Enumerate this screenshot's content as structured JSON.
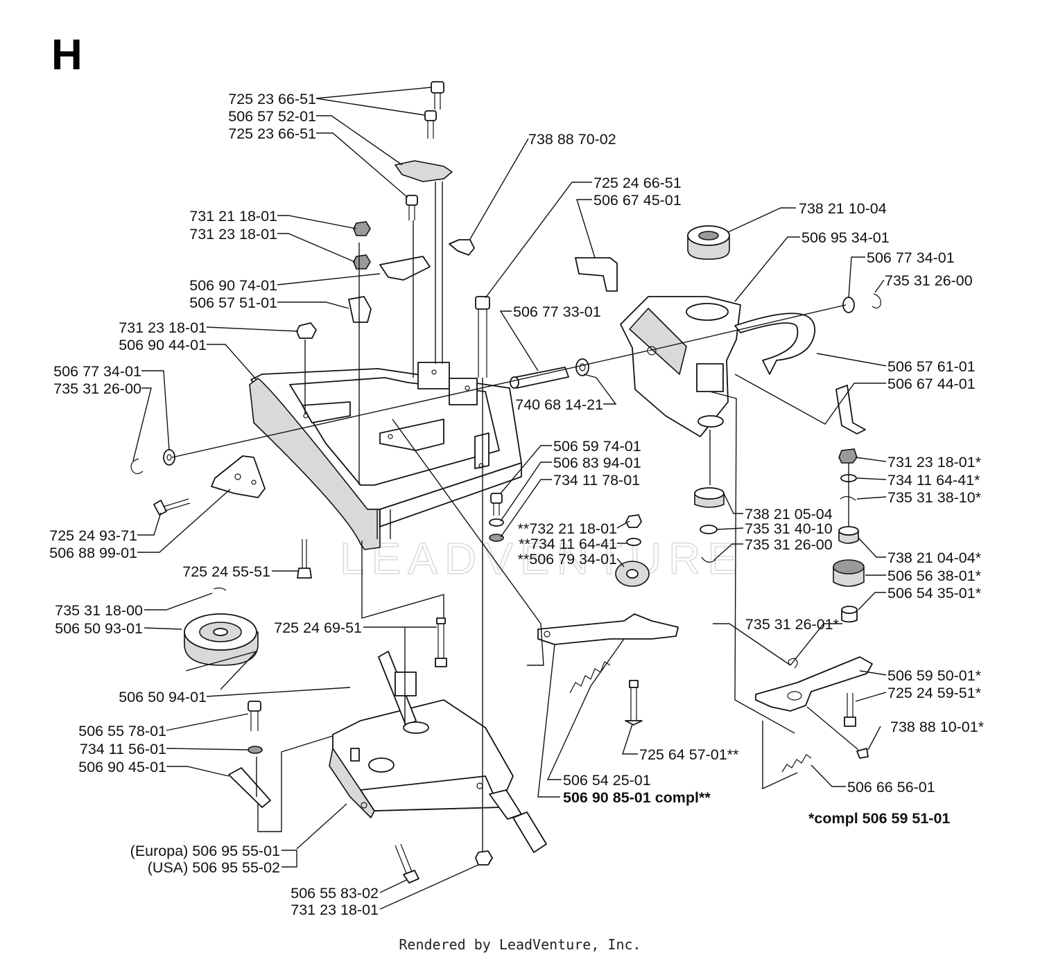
{
  "section_letter": "H",
  "footer": "Rendered by LeadVenture, Inc.",
  "watermark": "LEADVENTURE",
  "labels": [
    {
      "id": "l01",
      "text": "725 23 66-51"
    },
    {
      "id": "l02",
      "text": "506 57 52-01"
    },
    {
      "id": "l03",
      "text": "725 23 66-51"
    },
    {
      "id": "l04",
      "text": "738 88 70-02"
    },
    {
      "id": "l05",
      "text": "725 24 66-51"
    },
    {
      "id": "l06",
      "text": "506 67 45-01"
    },
    {
      "id": "l07",
      "text": "738 21 10-04"
    },
    {
      "id": "l08",
      "text": "731 21 18-01"
    },
    {
      "id": "l09",
      "text": "731 23 18-01"
    },
    {
      "id": "l10",
      "text": "506 95 34-01"
    },
    {
      "id": "l11",
      "text": "506 77 34-01"
    },
    {
      "id": "l12",
      "text": "735 31 26-00"
    },
    {
      "id": "l13",
      "text": "506 90 74-01"
    },
    {
      "id": "l14",
      "text": "506 57 51-01"
    },
    {
      "id": "l15",
      "text": "506 77 33-01"
    },
    {
      "id": "l16",
      "text": "731 23 18-01"
    },
    {
      "id": "l17",
      "text": "506 90 44-01"
    },
    {
      "id": "l18",
      "text": "506 57 61-01"
    },
    {
      "id": "l19",
      "text": "506 77 34-01"
    },
    {
      "id": "l20",
      "text": "735 31 26-00"
    },
    {
      "id": "l21",
      "text": "506 67 44-01"
    },
    {
      "id": "l22",
      "text": "740 68 14-21"
    },
    {
      "id": "l23",
      "text": "506 59 74-01"
    },
    {
      "id": "l24",
      "text": "731 23 18-01*"
    },
    {
      "id": "l25",
      "text": "506 83 94-01"
    },
    {
      "id": "l26",
      "text": "734 11 64-41*"
    },
    {
      "id": "l27",
      "text": "734 11 78-01"
    },
    {
      "id": "l28",
      "text": "735 31 38-10*"
    },
    {
      "id": "l29",
      "text": "738 21 05-04"
    },
    {
      "id": "l30",
      "text": "725 24 93-71"
    },
    {
      "id": "l31",
      "text": "**732 21 18-01"
    },
    {
      "id": "l32",
      "text": "735 31 40-10"
    },
    {
      "id": "l33",
      "text": "506 88 99-01"
    },
    {
      "id": "l34",
      "text": "**734 11 64-41"
    },
    {
      "id": "l35",
      "text": "735 31 26-00"
    },
    {
      "id": "l36",
      "text": "738 21 04-04*"
    },
    {
      "id": "l37",
      "text": "**506 79 34-01"
    },
    {
      "id": "l38",
      "text": "725 24 55-51"
    },
    {
      "id": "l39",
      "text": "506 56 38-01*"
    },
    {
      "id": "l40",
      "text": "506 54 35-01*"
    },
    {
      "id": "l41",
      "text": "735 31 18-00"
    },
    {
      "id": "l42",
      "text": "506 50 93-01"
    },
    {
      "id": "l43",
      "text": "725 24 69-51"
    },
    {
      "id": "l44",
      "text": "735 31 26-01*"
    },
    {
      "id": "l45",
      "text": "506 59 50-01*"
    },
    {
      "id": "l46",
      "text": "506 50 94-01"
    },
    {
      "id": "l47",
      "text": "725 24 59-51*"
    },
    {
      "id": "l48",
      "text": "506 55 78-01"
    },
    {
      "id": "l49",
      "text": "738 88 10-01*"
    },
    {
      "id": "l50",
      "text": "734 11 56-01"
    },
    {
      "id": "l51",
      "text": "725 64 57-01**"
    },
    {
      "id": "l52",
      "text": "506 90 45-01"
    },
    {
      "id": "l53",
      "text": "506 54 25-01"
    },
    {
      "id": "l54",
      "text": "506 66 56-01"
    },
    {
      "id": "l55",
      "text": "506 90 85-01 compl**"
    },
    {
      "id": "l56",
      "text": "*compl 506 59 51-01"
    },
    {
      "id": "l57",
      "text": "(Europa) 506 95 55-01"
    },
    {
      "id": "l58",
      "text": "(USA) 506 95 55-02"
    },
    {
      "id": "l59",
      "text": "506 55 83-02"
    },
    {
      "id": "l60",
      "text": "731 23 18-01"
    }
  ]
}
